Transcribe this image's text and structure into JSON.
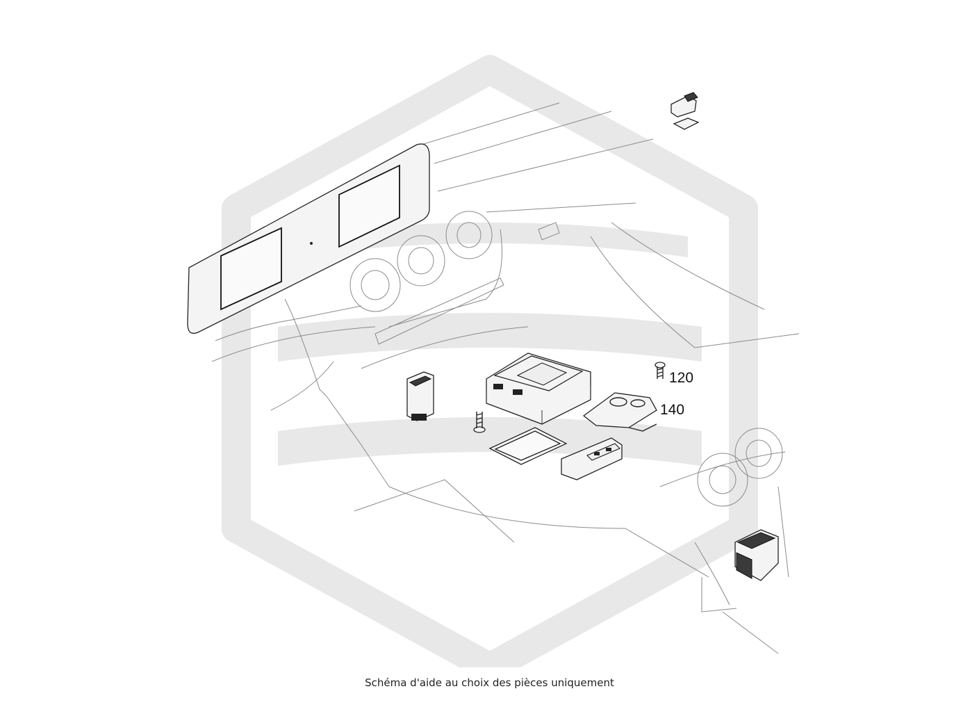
{
  "caption": "Schéma d'aide au choix des pièces uniquement",
  "callouts": [
    {
      "id": "120",
      "label": "120"
    },
    {
      "id": "140",
      "label": "140"
    }
  ],
  "colors": {
    "watermark": "#e8e8e8",
    "linework": "#8a8a8a",
    "parts": "#222222",
    "background": "#ffffff"
  },
  "icons": {
    "watermark": "hexagon-logo-watermark"
  }
}
